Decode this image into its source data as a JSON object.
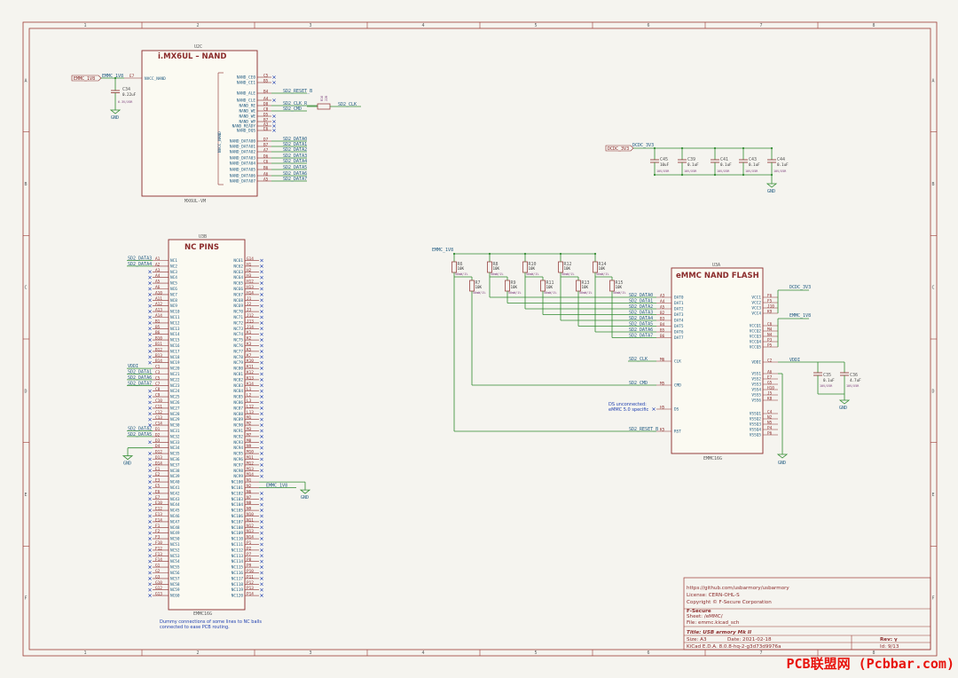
{
  "frame": {
    "cols": [
      "1",
      "2",
      "3",
      "4",
      "5",
      "6",
      "7",
      "8"
    ],
    "rows": [
      "A",
      "B",
      "C",
      "D",
      "E",
      "F"
    ]
  },
  "u2c": {
    "ref": "U2C",
    "title": "i.MX6UL – NAND",
    "footprint": "MX6UL-VM",
    "vcc_label": "NVCC_NAND",
    "vcc_pin": "E7",
    "vertical_label": "NVCC_NAND",
    "pins": [
      {
        "n": "C5",
        "name": "NAND_CE0",
        "nc": true,
        "net": ""
      },
      {
        "n": "B5",
        "name": "NAND_CE1",
        "nc": true,
        "net": ""
      },
      {
        "n": "B4",
        "name": "NAND_ALE",
        "nc": false,
        "net": "SD2_RESET_B"
      },
      {
        "n": "A4",
        "name": "NAND_CLE",
        "nc": true,
        "net": ""
      },
      {
        "n": "D8",
        "name": "NAND_RE",
        "nc": false,
        "net": "SD2_CLK_R"
      },
      {
        "n": "C8",
        "name": "NAND_WE",
        "nc": false,
        "net": "SD2_CMD"
      },
      {
        "n": "D5",
        "name": "NAND_WE",
        "nc": true,
        "net": ""
      },
      {
        "n": "B7",
        "name": "NAND_WP",
        "nc": true,
        "net": ""
      },
      {
        "n": "A3",
        "name": "NAND_READY",
        "nc": true,
        "net": ""
      },
      {
        "n": "E6",
        "name": "NAND_DQS",
        "nc": true,
        "net": ""
      },
      {
        "n": "D7",
        "name": "NAND_DATA00",
        "nc": false,
        "net": "SD2_DATA0"
      },
      {
        "n": "B7",
        "name": "NAND_DATA01",
        "nc": false,
        "net": "SD2_DATA1"
      },
      {
        "n": "A7",
        "name": "NAND_DATA02",
        "nc": false,
        "net": "SD2_DATA2"
      },
      {
        "n": "D6",
        "name": "NAND_DATA03",
        "nc": false,
        "net": "SD2_DATA3"
      },
      {
        "n": "C6",
        "name": "NAND_DATA04",
        "nc": false,
        "net": "SD2_DATA4"
      },
      {
        "n": "B6",
        "name": "NAND_DATA05",
        "nc": false,
        "net": "SD2_DATA5"
      },
      {
        "n": "A6",
        "name": "NAND_DATA06",
        "nc": false,
        "net": "SD2_DATA6"
      },
      {
        "n": "A5",
        "name": "NAND_DATA07",
        "nc": false,
        "net": "SD2_DATA7"
      }
    ],
    "emmc_1v8": "EMMC_1V8",
    "c34": {
      "ref": "C34",
      "val": "0.22uF",
      "tol": "6.3V/X5R"
    },
    "r16": {
      "ref": "R16",
      "val": "22R"
    },
    "sd2_clk": "SD2_CLK",
    "gnd": "GND"
  },
  "decap": {
    "rail": "DCDC_3V3",
    "rail_wire": "DCDC_3V3",
    "caps": [
      {
        "ref": "C45",
        "val": "10uF",
        "tol": "10V/X5R"
      },
      {
        "ref": "C39",
        "val": "0.1uF",
        "tol": "10V/X5R"
      },
      {
        "ref": "C41",
        "val": "0.1uF",
        "tol": "10V/X5R"
      },
      {
        "ref": "C43",
        "val": "0.1uF",
        "tol": "10V/X5R"
      },
      {
        "ref": "C44",
        "val": "0.1uF",
        "tol": "10V/X5R"
      }
    ],
    "gnd": "GND"
  },
  "u3b": {
    "ref": "U3B",
    "title": "NC PINS",
    "footprint": "EMMC16G",
    "left_pins": [
      [
        "A1",
        "NC1",
        "SD2_DATA3"
      ],
      [
        "A2",
        "NC2",
        "SD2_DATA4"
      ],
      [
        "A3",
        "NC3",
        ""
      ],
      [
        "A4",
        "NC4",
        ""
      ],
      [
        "A5",
        "NC5",
        ""
      ],
      [
        "A6",
        "NC6",
        ""
      ],
      [
        "A10",
        "NC7",
        ""
      ],
      [
        "A11",
        "NC8",
        ""
      ],
      [
        "A12",
        "NC9",
        ""
      ],
      [
        "A13",
        "NC10",
        ""
      ],
      [
        "A14",
        "NC11",
        ""
      ],
      [
        "B1",
        "NC12",
        ""
      ],
      [
        "B5",
        "NC13",
        ""
      ],
      [
        "B6",
        "NC14",
        ""
      ],
      [
        "B10",
        "NC15",
        ""
      ],
      [
        "B11",
        "NC16",
        ""
      ],
      [
        "B12",
        "NC17",
        ""
      ],
      [
        "B13",
        "NC18",
        ""
      ],
      [
        "B14",
        "NC19",
        ""
      ],
      [
        "C1",
        "NC20",
        "VDDI"
      ],
      [
        "C3",
        "NC21",
        "SD2_DATA1"
      ],
      [
        "C5",
        "NC22",
        "SD2_DATA6"
      ],
      [
        "C7",
        "NC23",
        "SD2_DATA7"
      ],
      [
        "C8",
        "NC24",
        ""
      ],
      [
        "C9",
        "NC25",
        ""
      ],
      [
        "C10",
        "NC26",
        ""
      ],
      [
        "C11",
        "NC27",
        ""
      ],
      [
        "C12",
        "NC28",
        ""
      ],
      [
        "C13",
        "NC29",
        ""
      ],
      [
        "C14",
        "NC30",
        ""
      ],
      [
        "D1",
        "NC31",
        "SD2_DATA2"
      ],
      [
        "D2",
        "NC32",
        "SD2_DATA5"
      ],
      [
        "D3",
        "NC33",
        ""
      ],
      [
        "D4",
        "NC34",
        ""
      ],
      [
        "D12",
        "NC35",
        ""
      ],
      [
        "D13",
        "NC36",
        ""
      ],
      [
        "D14",
        "NC37",
        ""
      ],
      [
        "E1",
        "NC38",
        ""
      ],
      [
        "E2",
        "NC39",
        ""
      ],
      [
        "E3",
        "NC40",
        ""
      ],
      [
        "E5",
        "NC41",
        ""
      ],
      [
        "E6",
        "NC42",
        ""
      ],
      [
        "E7",
        "NC43",
        ""
      ],
      [
        "E10",
        "NC44",
        ""
      ],
      [
        "E12",
        "NC45",
        ""
      ],
      [
        "E13",
        "NC46",
        ""
      ],
      [
        "E14",
        "NC47",
        ""
      ],
      [
        "F1",
        "NC48",
        ""
      ],
      [
        "F2",
        "NC49",
        ""
      ],
      [
        "F3",
        "NC50",
        ""
      ],
      [
        "F10",
        "NC51",
        ""
      ],
      [
        "F12",
        "NC52",
        ""
      ],
      [
        "F13",
        "NC53",
        ""
      ],
      [
        "F14",
        "NC54",
        ""
      ],
      [
        "G1",
        "NC55",
        ""
      ],
      [
        "G2",
        "NC56",
        ""
      ],
      [
        "G3",
        "NC57",
        ""
      ],
      [
        "G10",
        "NC58",
        ""
      ],
      [
        "G12",
        "NC59",
        ""
      ],
      [
        "G13",
        "NC60",
        ""
      ]
    ],
    "right_pins": [
      [
        "G14",
        "NC61"
      ],
      [
        "H1",
        "NC62"
      ],
      [
        "H2",
        "NC63"
      ],
      [
        "H3",
        "NC64"
      ],
      [
        "H12",
        "NC65"
      ],
      [
        "H13",
        "NC66"
      ],
      [
        "H14",
        "NC67"
      ],
      [
        "J1",
        "NC68"
      ],
      [
        "J2",
        "NC69"
      ],
      [
        "J3",
        "NC70"
      ],
      [
        "J12",
        "NC71"
      ],
      [
        "J13",
        "NC72"
      ],
      [
        "J14",
        "NC73"
      ],
      [
        "K1",
        "NC74"
      ],
      [
        "K2",
        "NC75"
      ],
      [
        "K3",
        "NC76"
      ],
      [
        "K5",
        "NC77"
      ],
      [
        "K7",
        "NC78"
      ],
      [
        "K10",
        "NC79"
      ],
      [
        "K11",
        "NC80"
      ],
      [
        "K12",
        "NC81"
      ],
      [
        "K13",
        "NC82"
      ],
      [
        "K14",
        "NC83"
      ],
      [
        "L1",
        "NC84"
      ],
      [
        "L2",
        "NC85"
      ],
      [
        "L3",
        "NC86"
      ],
      [
        "L12",
        "NC87"
      ],
      [
        "L13",
        "NC88"
      ],
      [
        "M1",
        "NC89"
      ],
      [
        "M2",
        "NC90"
      ],
      [
        "M3",
        "NC91"
      ],
      [
        "M7",
        "NC92"
      ],
      [
        "M8",
        "NC93"
      ],
      [
        "N9",
        "NC94"
      ],
      [
        "M10",
        "NC95"
      ],
      [
        "M11",
        "NC96"
      ],
      [
        "M12",
        "NC97"
      ],
      [
        "M13",
        "NC98"
      ],
      [
        "M14",
        "NC99"
      ],
      [
        "N1",
        "NC100"
      ],
      [
        "N2",
        "NC101"
      ],
      [
        "N6",
        "NC102"
      ],
      [
        "N7",
        "NC103"
      ],
      [
        "N8",
        "NC104"
      ],
      [
        "N9",
        "NC105"
      ],
      [
        "N10",
        "NC106"
      ],
      [
        "N11",
        "NC107"
      ],
      [
        "N12",
        "NC108"
      ],
      [
        "N13",
        "NC109"
      ],
      [
        "N14",
        "NC110"
      ],
      [
        "P1",
        "NC111"
      ],
      [
        "P2",
        "NC112"
      ],
      [
        "P7",
        "NC113"
      ],
      [
        "P8",
        "NC114"
      ],
      [
        "P9",
        "NC115"
      ],
      [
        "P10",
        "NC116"
      ],
      [
        "P11",
        "NC117"
      ],
      [
        "P12",
        "NC118"
      ],
      [
        "P13",
        "NC119"
      ],
      [
        "P14",
        "NC120"
      ]
    ],
    "gnd_left": "GND",
    "gnd_right": "GND",
    "emmc_1v8": "EMMC_1V8",
    "note": [
      "Dummy connections of some lines to NC balls",
      "connected to ease PCB routing."
    ]
  },
  "u3a": {
    "ref": "U3A",
    "title": "eMMC NAND FLASH",
    "footprint": "EMMC16G",
    "rail": "EMMC_1V8",
    "resistors": [
      {
        "ref": "R6",
        "val": "10K"
      },
      {
        "ref": "R7",
        "val": "10K"
      },
      {
        "ref": "R8",
        "val": "10K"
      },
      {
        "ref": "R9",
        "val": "10K"
      },
      {
        "ref": "R10",
        "val": "10K"
      },
      {
        "ref": "R11",
        "val": "10K"
      },
      {
        "ref": "R12",
        "val": "10K"
      },
      {
        "ref": "R13",
        "val": "10K"
      },
      {
        "ref": "R14",
        "val": "10K"
      },
      {
        "ref": "R15",
        "val": "10K"
      }
    ],
    "res_tol": "50mW/1%",
    "left_pins": [
      {
        "net": "SD2_DATA0",
        "pin": "A3",
        "name": "DAT0"
      },
      {
        "net": "SD2_DATA1",
        "pin": "A4",
        "name": "DAT1"
      },
      {
        "net": "SD2_DATA2",
        "pin": "A5",
        "name": "DAT2"
      },
      {
        "net": "SD2_DATA3",
        "pin": "B2",
        "name": "DAT3"
      },
      {
        "net": "SD2_DATA4",
        "pin": "B3",
        "name": "DAT4"
      },
      {
        "net": "SD2_DATA5",
        "pin": "B4",
        "name": "DAT5"
      },
      {
        "net": "SD2_DATA6",
        "pin": "B5",
        "name": "DAT6"
      },
      {
        "net": "SD2_DATA7",
        "pin": "B6",
        "name": "DAT7"
      },
      {
        "net": "SD2_CLK",
        "pin": "M6",
        "name": "CLK"
      },
      {
        "net": "SD2_CMD",
        "pin": "M5",
        "name": "CMD"
      },
      {
        "net": "",
        "pin": "H5",
        "name": "DS"
      },
      {
        "net": "SD2_RESET_B",
        "pin": "K5",
        "name": "RST"
      }
    ],
    "ds_note": [
      "DS unconnected:",
      "eMMC 5.0 specific"
    ],
    "vcc_pins": [
      [
        "F6",
        "VCC1"
      ],
      [
        "F5",
        "VCC2"
      ],
      [
        "J10",
        "VCC3"
      ],
      [
        "K9",
        "VCC4"
      ]
    ],
    "vccq_pins": [
      [
        "C6",
        "VCCQ1"
      ],
      [
        "M4",
        "VCCQ2"
      ],
      [
        "N4",
        "VCCQ3"
      ],
      [
        "P3",
        "VCCQ4"
      ],
      [
        "P5",
        "VCCQ5"
      ]
    ],
    "vddi_pin": [
      "C2",
      "VDDI"
    ],
    "vss_pins": [
      [
        "A6",
        "VSS1"
      ],
      [
        "E7",
        "VSS2"
      ],
      [
        "G5",
        "VSS3"
      ],
      [
        "H10",
        "VSS4"
      ],
      [
        "J5",
        "VSS5"
      ],
      [
        "K8",
        "VSS6"
      ]
    ],
    "vssq_pins": [
      [
        "C4",
        "VSSQ1"
      ],
      [
        "N2",
        "VSSQ2"
      ],
      [
        "N5",
        "VSSQ3"
      ],
      [
        "P4",
        "VSSQ4"
      ],
      [
        "P6",
        "VSSQ5"
      ]
    ],
    "dcdc_3v3": "DCDC_3V3",
    "vcc_net": "EMMC_1V8",
    "vddi_net": "VDDI",
    "c35": {
      "ref": "C35",
      "val": "0.1uF",
      "tol": "10V/X5R"
    },
    "c36": {
      "ref": "C36",
      "val": "4.7uF",
      "tol": "10V/X5R"
    },
    "gnd": "GND"
  },
  "titleblock": {
    "url": "https://github.com/usbarmory/usbarmory",
    "license": "License: CERN-OHL-S",
    "copyright": "Copyright © F-Secure Corporation",
    "company": "F-Secure",
    "sheet": "Sheet: /eMMC/",
    "file": "File: emmc.kicad_sch",
    "title": "Title: USB armory Mk II",
    "size": "Size: A3",
    "date": "Date: 2021-02-18",
    "rev": "Rev: γ",
    "tool": "KiCad E.D.A. 8.0.8-hq-2-g3d73d9976a",
    "id": "Id: 9/13"
  },
  "watermark": "PCB联盟网 (Pcbbar.com)"
}
